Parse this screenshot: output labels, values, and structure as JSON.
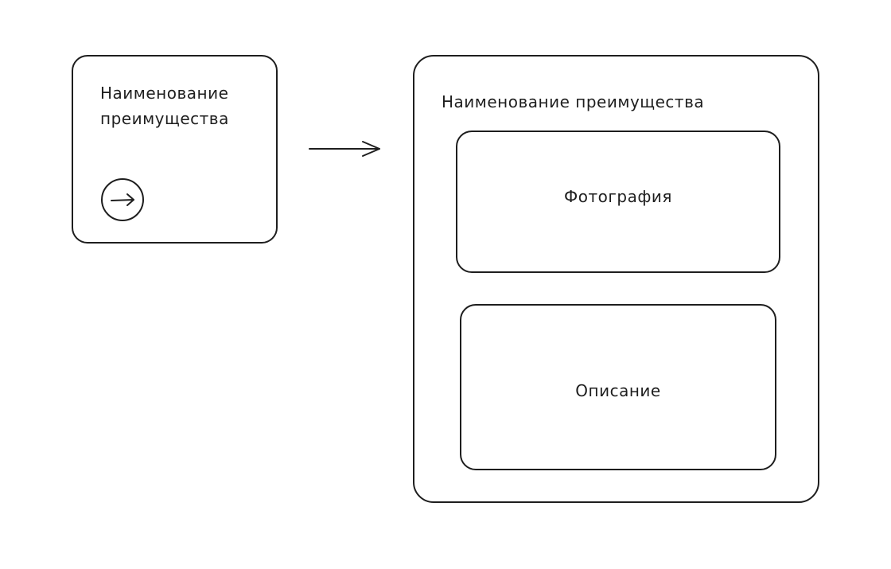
{
  "small_card": {
    "title": "Наименование преимущества",
    "action_icon": "circle-arrow-right-icon"
  },
  "connector": {
    "icon": "arrow-right-icon"
  },
  "large_card": {
    "title": "Наименование преимущества",
    "photo_label": "Фотография",
    "description_label": "Описание"
  },
  "colors": {
    "stroke": "#1e1e1e",
    "background": "#ffffff"
  }
}
